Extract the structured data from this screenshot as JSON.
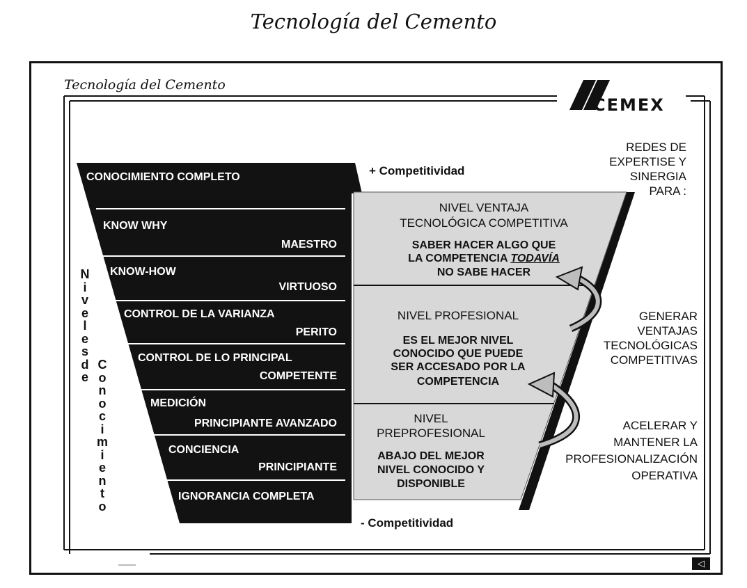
{
  "page_title": "Tecnología del Cemento",
  "slide": {
    "title": "Tecnología del Cemento",
    "logo_text": "CEMEX"
  },
  "left_funnel": {
    "rows": [
      {
        "top": "CONOCIMIENTO COMPLETO",
        "bottom": ""
      },
      {
        "top": "KNOW WHY",
        "bottom": "MAESTRO"
      },
      {
        "top": "KNOW-HOW",
        "bottom": "VIRTUOSO"
      },
      {
        "top": "CONTROL DE LA VARIANZA",
        "bottom": "PERITO"
      },
      {
        "top": "CONTROL DE LO PRINCIPAL",
        "bottom": "COMPETENTE"
      },
      {
        "top": "MEDICIÓN",
        "bottom": "PRINCIPIANTE AVANZADO"
      },
      {
        "top": "CONCIENCIA",
        "bottom": "PRINCIPIANTE"
      },
      {
        "top": "IGNORANCIA COMPLETA",
        "bottom": ""
      }
    ],
    "vertical_label_1": "Niveles de",
    "vertical_label_2": "Conocimiento"
  },
  "axis": {
    "top_label": "+ Competitividad",
    "bottom_label": "- Competitividad"
  },
  "right_funnel": {
    "levels": [
      {
        "title_1": "NIVEL VENTAJA",
        "title_2": "TECNOLÓGICA COMPETITIVA",
        "desc_1": "SABER HACER ALGO QUE",
        "desc_2a": "LA COMPETENCIA ",
        "desc_2b": "TODAVÍA",
        "desc_3": "NO SABE HACER"
      },
      {
        "title_1": "NIVEL PROFESIONAL",
        "desc_1": "ES EL MEJOR NIVEL",
        "desc_2": "CONOCIDO QUE PUEDE",
        "desc_3": "SER ACCESADO POR LA",
        "desc_4": "COMPETENCIA"
      },
      {
        "title_1": "NIVEL",
        "title_2": "PREPROFESIONAL",
        "desc_1": "ABAJO DEL MEJOR",
        "desc_2": "NIVEL CONOCIDO Y",
        "desc_3": "DISPONIBLE"
      }
    ]
  },
  "side_notes": {
    "redes": [
      "REDES DE",
      "EXPERTISE Y",
      "SINERGIA",
      "PARA :"
    ],
    "generar": [
      "GENERAR",
      "VENTAJAS",
      "TECNOLÓGICAS",
      "COMPETITIVAS"
    ],
    "acelerar": [
      "ACELERAR Y",
      "MANTENER LA",
      "PROFESIONALIZACIÓN",
      "OPERATIVA"
    ]
  },
  "nav": {
    "prev_symbol": "◁"
  },
  "colors": {
    "dark": "#111111",
    "light_fill": "#d9d9d9",
    "white": "#ffffff"
  }
}
